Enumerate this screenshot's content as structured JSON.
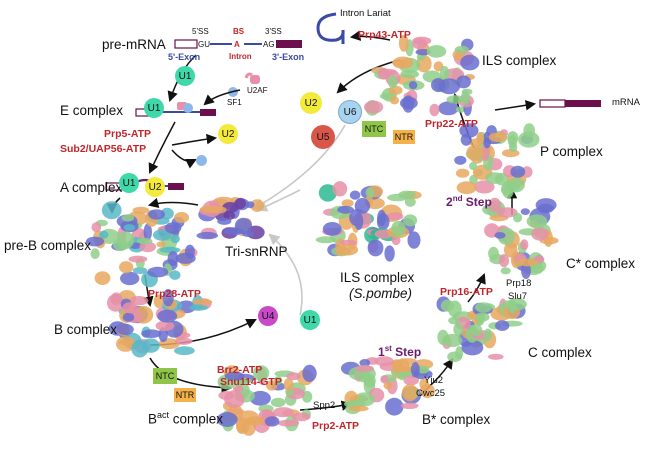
{
  "premrna": {
    "title": "pre-mRNA",
    "ss5": "5'SS",
    "bs": "BS",
    "ss3": "3'SS",
    "gu": "GU",
    "a": "A",
    "ag": "AG",
    "exon5": "5'-Exon",
    "intron": "Intron",
    "exon3": "3'-Exon"
  },
  "factors": {
    "u1": "U1",
    "u2": "U2",
    "u4": "U4",
    "u5": "U5",
    "u6": "U6",
    "ntc": "NTC",
    "ntr": "NTR",
    "sf1": "SF1",
    "u2af": "U2AF"
  },
  "complexes": {
    "e": "E complex",
    "a": "A complex",
    "preb": "pre-B complex",
    "b": "B complex",
    "bact": "B",
    "bact_sup": "act",
    "bact_suffix": " complex",
    "bstar": "B* complex",
    "c": "C complex",
    "cstar": "C* complex",
    "p": "P complex",
    "ils": "ILS complex",
    "ils_pombe": "ILS complex",
    "ils_pombe_sub": "(S.pombe)",
    "trisnrnp": "Tri-snRNP"
  },
  "atpases": {
    "prp5": "Prp5-ATP",
    "sub2": "Sub2/UAP56-ATP",
    "prp28": "Prp28-ATP",
    "brr2": "Brr2-ATP",
    "snu114": "Snu114-GTP",
    "prp2": "Prp2-ATP",
    "prp16": "Prp16-ATP",
    "prp22": "Prp22-ATP",
    "prp43": "Prp43-ATP"
  },
  "other": {
    "intron_lariat": "Intron Lariat",
    "mrna": "mRNA",
    "spp2": "Spp2",
    "yju2": "Yju2",
    "cwc25": "Cwc25",
    "prp18": "Prp18",
    "slu7": "Slu7",
    "step1": "1",
    "step1_sup": "st",
    "step1_suffix": " Step",
    "step2": "2",
    "step2_sup": "nd",
    "step2_suffix": " Step"
  },
  "colors": {
    "u1": "#3fd8a8",
    "u2": "#f4ea3a",
    "u4": "#c84ac8",
    "u5": "#d9574a",
    "u6": "#a8d4f0",
    "ntc": "#8fc64a",
    "ntr": "#f5b24a",
    "atp_red": "#c0262c",
    "step_purple": "#6a1b6e",
    "exon": "#6b0f4d",
    "protein_green": "#8fcf8a",
    "protein_blue": "#6a6fd0",
    "protein_orange": "#e8a860",
    "protein_pink": "#e890a8",
    "protein_teal": "#58b8c8"
  }
}
